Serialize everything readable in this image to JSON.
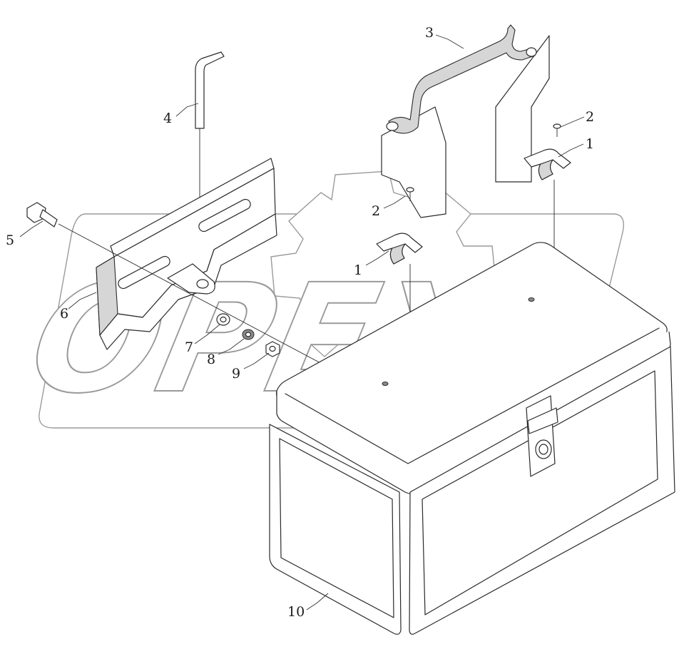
{
  "watermark": {
    "text": "OPEX"
  },
  "callouts": [
    {
      "id": "callout-1-right",
      "text": "1"
    },
    {
      "id": "callout-1-left",
      "text": "1"
    },
    {
      "id": "callout-2-right",
      "text": "2"
    },
    {
      "id": "callout-2-left",
      "text": "2"
    },
    {
      "id": "callout-3",
      "text": "3"
    },
    {
      "id": "callout-4",
      "text": "4"
    },
    {
      "id": "callout-5",
      "text": "5"
    },
    {
      "id": "callout-6",
      "text": "6"
    },
    {
      "id": "callout-7",
      "text": "7"
    },
    {
      "id": "callout-8",
      "text": "8"
    },
    {
      "id": "callout-9",
      "text": "9"
    },
    {
      "id": "callout-10",
      "text": "10"
    }
  ]
}
